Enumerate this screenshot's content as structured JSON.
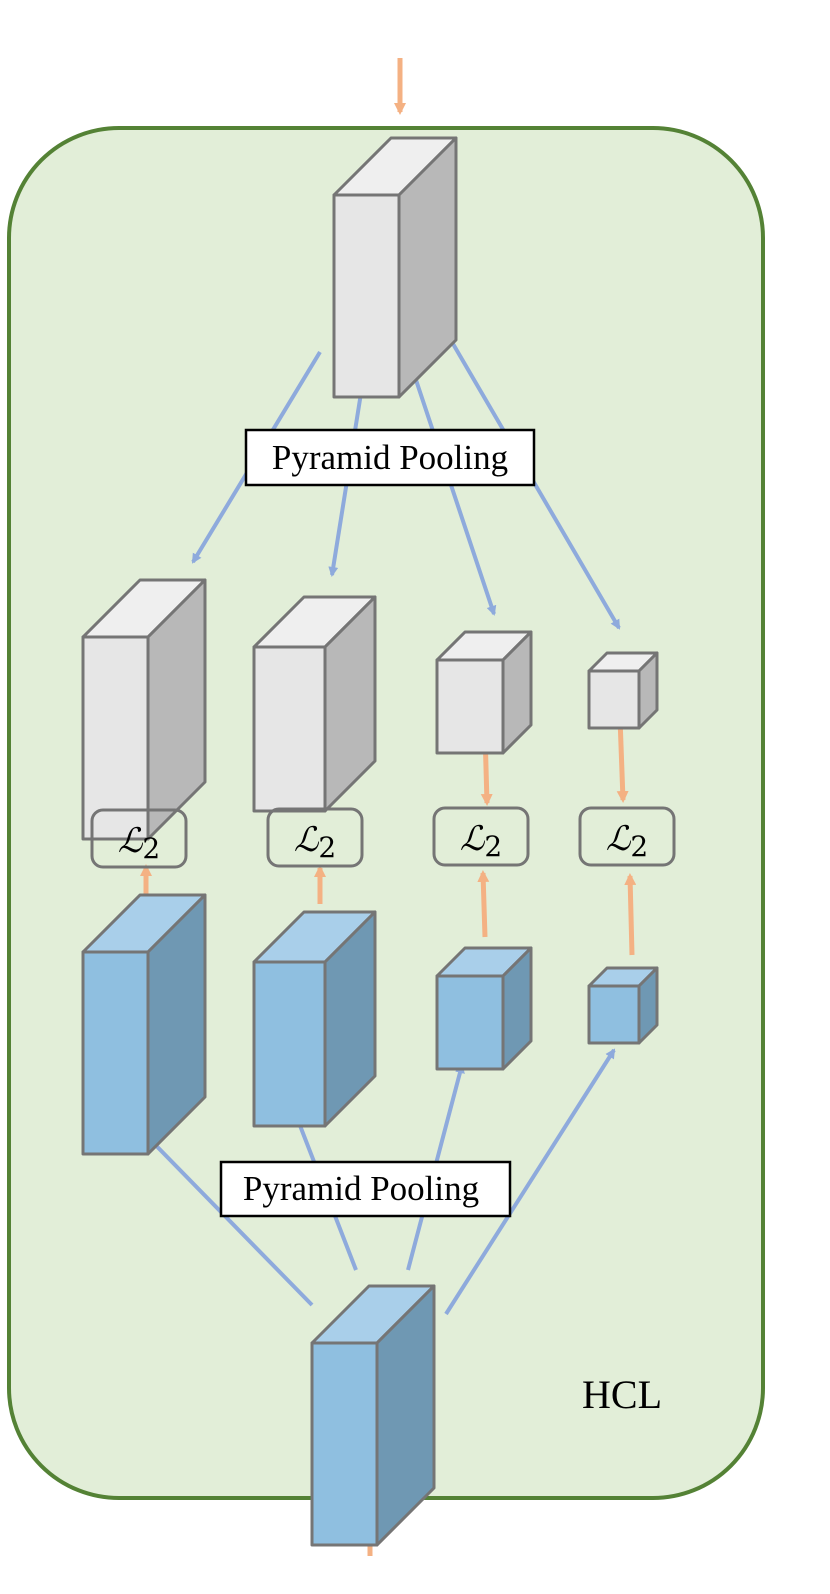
{
  "panel": {
    "label": "HCL"
  },
  "pooling_top": {
    "label": "Pyramid Pooling"
  },
  "pooling_bottom": {
    "label": "Pyramid Pooling"
  },
  "loss": {
    "symbol": "ℒ",
    "subscript": "2"
  },
  "colors": {
    "panel_fill": "#e2eed8",
    "panel_stroke": "#548235",
    "gray_front": "#e6e6e6",
    "gray_top": "#efefef",
    "gray_side": "#b8b8b8",
    "blue_front": "#8fbfe0",
    "blue_top": "#a9cfea",
    "blue_side": "#6f98b3",
    "edge": "#757575",
    "blue_arrow": "#8eaadc",
    "orange_arrow": "#f4b183"
  }
}
